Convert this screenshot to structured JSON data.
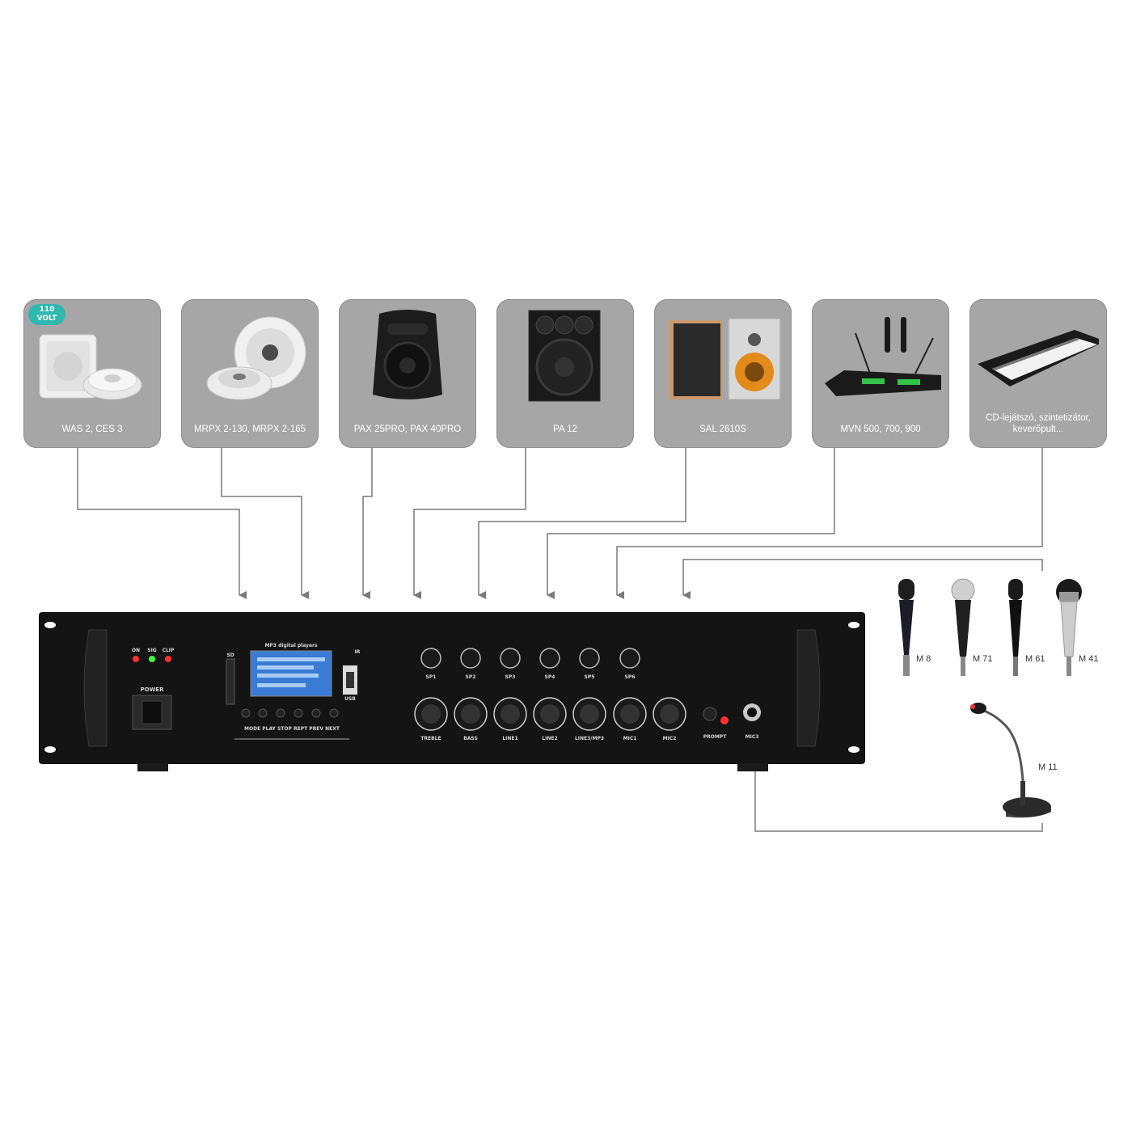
{
  "devices": [
    {
      "label": "WAS 2, CES 3",
      "icon": "wall-speaker-icon"
    },
    {
      "label": "MRPX 2-130, MRPX 2-165",
      "icon": "ceiling-speaker-icon"
    },
    {
      "label": "PAX 25PRO, PAX 40PRO",
      "icon": "active-speaker-icon"
    },
    {
      "label": "PA 12",
      "icon": "pa-speaker-icon"
    },
    {
      "label": "SAL 2610S",
      "icon": "bookshelf-speaker-icon"
    },
    {
      "label": "MVN 500, 700, 900",
      "icon": "wireless-receiver-icon"
    },
    {
      "label": "CD-lejátszó, szintetizátor, keverőpult...",
      "icon": "keyboard-icon"
    }
  ],
  "badge": {
    "top": "110",
    "bottom": "VOLT"
  },
  "amp": {
    "player_title": "MP3 digital players",
    "sd_label": "SD",
    "ir_label": "IR",
    "usb_label": "USB",
    "leds": [
      "ON",
      "SIG",
      "CLIP"
    ],
    "power_label": "POWER",
    "player_buttons": "MODE PLAY STOP REPT PREV NEXT",
    "zones": [
      "SP1",
      "SP2",
      "SP3",
      "SP4",
      "SP5",
      "SP6"
    ],
    "knobs": [
      "TREBLE",
      "BASS",
      "LINE1",
      "LINE2",
      "LINE3/MP3",
      "MIC1",
      "MIC2"
    ],
    "prompt_label": "PROMPT",
    "mic3_label": "MIC3"
  },
  "microphones": [
    {
      "label": "M 8",
      "icon": "handheld-mic-icon"
    },
    {
      "label": "M 71",
      "icon": "handheld-mic-icon"
    },
    {
      "label": "M 61",
      "icon": "handheld-mic-icon"
    },
    {
      "label": "M 41",
      "icon": "handheld-mic-icon"
    }
  ],
  "desk_mic": {
    "label": "M 11",
    "icon": "gooseneck-mic-icon"
  },
  "colors": {
    "card": "#a6a6a6",
    "line": "#7a7a7a",
    "amp": "#141414",
    "led_red": "#ff3030",
    "led_green": "#40ff40",
    "lcd": "#3a7bd5"
  }
}
